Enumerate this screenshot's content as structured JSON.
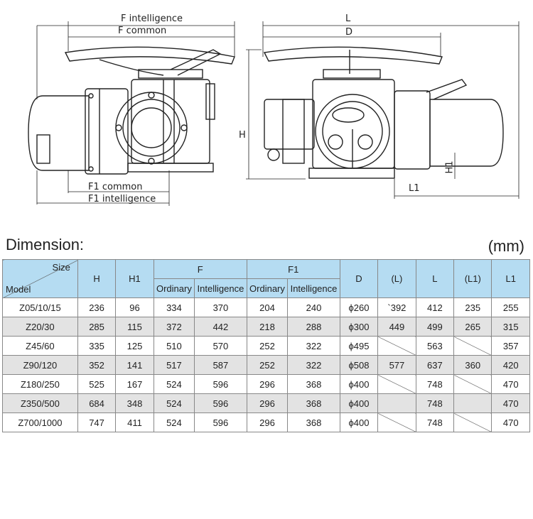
{
  "drawing": {
    "label_f_intelligence": "F intelligence",
    "label_f_common": "F common",
    "label_f1_common": "F1 common",
    "label_f1_intelligence": "F1 intelligence",
    "label_l": "L",
    "label_d": "D",
    "label_h": "H",
    "label_h1": "H1",
    "label_l1": "L1"
  },
  "title": "Dimension:",
  "unit": "(mm)",
  "table": {
    "size_label": "Size",
    "model_label": "Model",
    "headers": {
      "h": "H",
      "h1": "H1",
      "f": "F",
      "f1": "F1",
      "ordinary": "Ordinary",
      "intelligence": "Intelligence",
      "d": "D",
      "l_paren": "(L)",
      "l": "L",
      "l1_paren": "(L1)",
      "l1": "L1"
    },
    "rows": [
      {
        "model": "Z05/10/15",
        "h": "236",
        "h1": "96",
        "f_ord": "334",
        "f_int": "370",
        "f1_ord": "204",
        "f1_int": "240",
        "d": "ϕ260",
        "lp": "`392",
        "l": "412",
        "l1p": "235",
        "l1": "255"
      },
      {
        "model": "Z20/30",
        "h": "285",
        "h1": "115",
        "f_ord": "372",
        "f_int": "442",
        "f1_ord": "218",
        "f1_int": "288",
        "d": "ϕ300",
        "lp": "449",
        "l": "499",
        "l1p": "265",
        "l1": "315"
      },
      {
        "model": "Z45/60",
        "h": "335",
        "h1": "125",
        "f_ord": "510",
        "f_int": "570",
        "f1_ord": "252",
        "f1_int": "322",
        "d": "ϕ495",
        "lp": "",
        "l": "563",
        "l1p": "",
        "l1": "357"
      },
      {
        "model": "Z90/120",
        "h": "352",
        "h1": "141",
        "f_ord": "517",
        "f_int": "587",
        "f1_ord": "252",
        "f1_int": "322",
        "d": "ϕ508",
        "lp": "577",
        "l": "637",
        "l1p": "360",
        "l1": "420"
      },
      {
        "model": "Z180/250",
        "h": "525",
        "h1": "167",
        "f_ord": "524",
        "f_int": "596",
        "f1_ord": "296",
        "f1_int": "368",
        "d": "ϕ400",
        "lp": "",
        "l": "748",
        "l1p": "",
        "l1": "470"
      },
      {
        "model": "Z350/500",
        "h": "684",
        "h1": "348",
        "f_ord": "524",
        "f_int": "596",
        "f1_ord": "296",
        "f1_int": "368",
        "d": "ϕ400",
        "lp": "",
        "l": "748",
        "l1p": "",
        "l1": "470"
      },
      {
        "model": "Z700/1000",
        "h": "747",
        "h1": "411",
        "f_ord": "524",
        "f_int": "596",
        "f1_ord": "296",
        "f1_int": "368",
        "d": "ϕ400",
        "lp": "",
        "l": "748",
        "l1p": "",
        "l1": "470"
      }
    ]
  }
}
